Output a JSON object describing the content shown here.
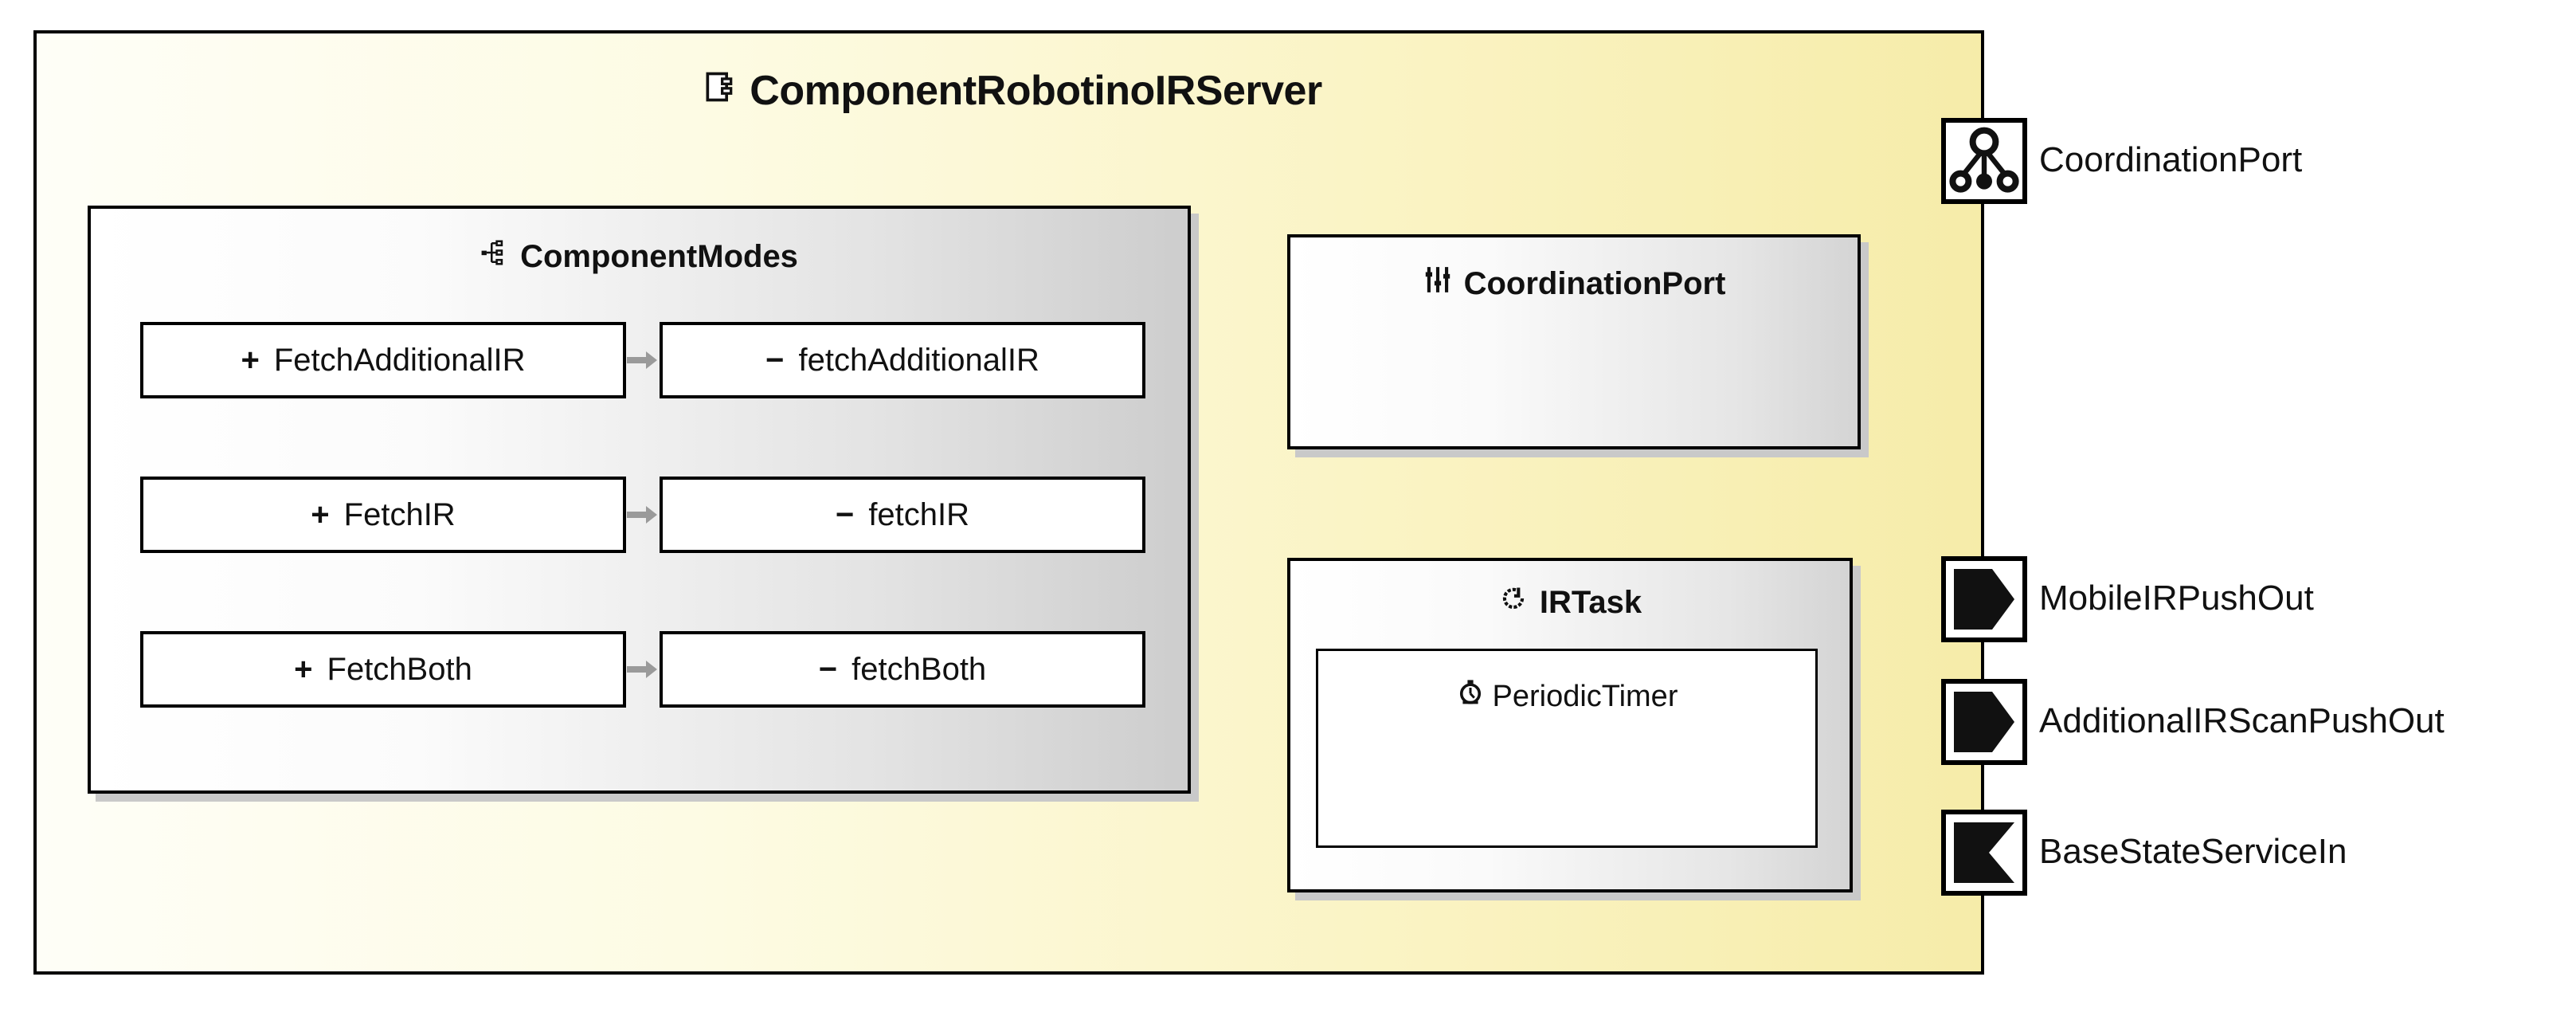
{
  "diagram": {
    "type": "uml-component-diagram",
    "background_color": "#ffffff",
    "component_fill_start": "#fefef7",
    "component_fill_end": "#f6eca9",
    "connector_color": "#8c8c8c",
    "border_color": "#000000"
  },
  "component": {
    "name": "ComponentRobotinoIRServer",
    "icon": "component-icon"
  },
  "component_modes": {
    "title": "ComponentModes",
    "icon": "hierarchy-icon",
    "rows": [
      {
        "public_sign": "+",
        "public_label": "FetchAdditionalIR",
        "private_sign": "−",
        "private_label": "fetchAdditionalIR"
      },
      {
        "public_sign": "+",
        "public_label": "FetchIR",
        "private_sign": "−",
        "private_label": "fetchIR"
      },
      {
        "public_sign": "+",
        "public_label": "FetchBoth",
        "private_sign": "−",
        "private_label": "fetchBoth"
      }
    ]
  },
  "coordination_port_box": {
    "title": "CoordinationPort",
    "icon": "sliders-icon"
  },
  "ir_task_box": {
    "title": "IRTask",
    "icon": "cycle-icon",
    "timer": {
      "label": "PeriodicTimer",
      "icon": "stopwatch-icon"
    }
  },
  "ports": [
    {
      "label": "CoordinationPort",
      "icon": "coordination-port-icon",
      "kind": "coordination"
    },
    {
      "label": "MobileIRPushOut",
      "icon": "output-port-icon",
      "kind": "out"
    },
    {
      "label": "AdditionalIRScanPushOut",
      "icon": "output-port-icon",
      "kind": "out"
    },
    {
      "label": "BaseStateServiceIn",
      "icon": "input-port-icon",
      "kind": "in"
    }
  ]
}
